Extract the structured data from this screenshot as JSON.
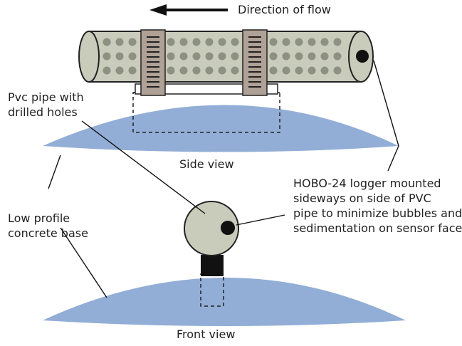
{
  "labels": {
    "flow": "Direction of flow",
    "pipe": "Pvc pipe with\ndrilled holes",
    "side_view": "Side view",
    "logger": "HOBO-24 logger mounted\nsideways on side of PVC\npipe to minimize bubbles and\nsedimentation on sensor face",
    "base": "Low profile\nconcrete base",
    "front_view": "Front view"
  },
  "colors": {
    "pipe_fill": "#c9cbbb",
    "pipe_hole": "#8d9182",
    "clamp": "#b0a196",
    "base": "#92aed6",
    "logger": "#111111",
    "outline": "#222222"
  }
}
